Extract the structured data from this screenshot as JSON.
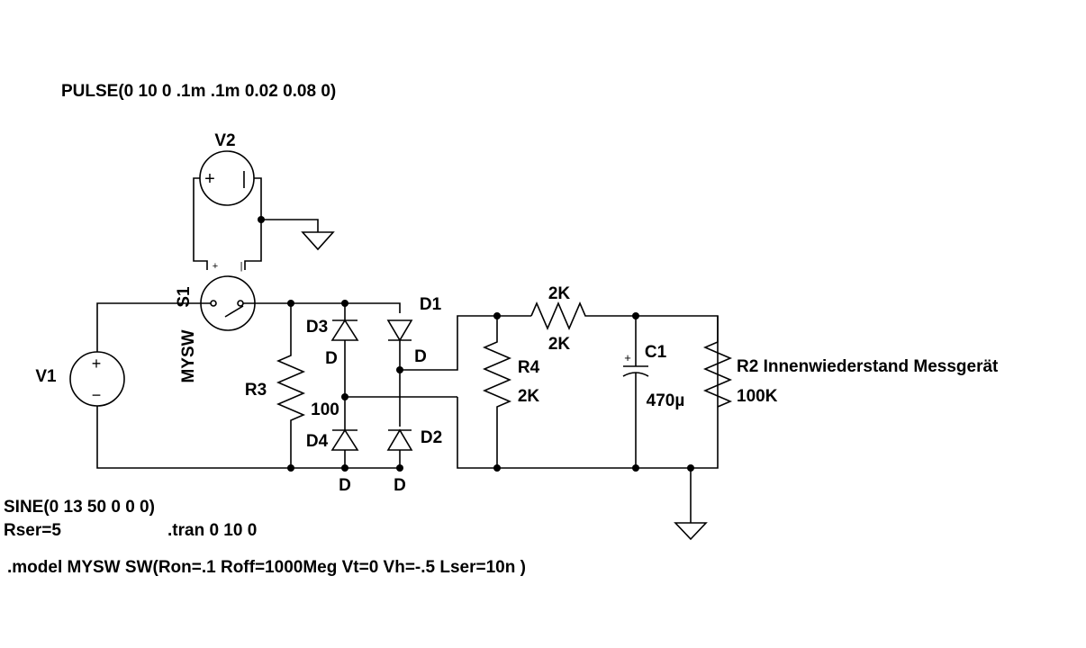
{
  "directives": {
    "pulse": "PULSE(0 10 0 .1m .1m 0.02 0.08 0)",
    "sine": "SINE(0 13 50 0 0 0)",
    "rser": "Rser=5",
    "tran": ".tran 0 10 0",
    "model": ".model MYSW SW(Ron=.1 Roff=1000Meg Vt=0 Vh=-.5 Lser=10n )"
  },
  "components": {
    "v1": {
      "name": "V1"
    },
    "v2": {
      "name": "V2"
    },
    "s1": {
      "name": "S1",
      "model": "MYSW"
    },
    "r3": {
      "name": "R3",
      "value": "100"
    },
    "d1": {
      "name": "D1",
      "model": "D"
    },
    "d2": {
      "name": "D2",
      "model": "D"
    },
    "d3": {
      "name": "D3",
      "model": "D"
    },
    "d4": {
      "name": "D4",
      "model": "D"
    },
    "r1": {
      "value_top": "2K",
      "value_bottom": "2K"
    },
    "r4": {
      "name": "R4",
      "value": "2K"
    },
    "c1": {
      "name": "C1",
      "value": "470µ"
    },
    "r2": {
      "name": "R2 Innenwiederstand Messgerät",
      "value": "100K"
    }
  },
  "symbols": {
    "plus": "+",
    "minus": "−",
    "bar": "|"
  }
}
